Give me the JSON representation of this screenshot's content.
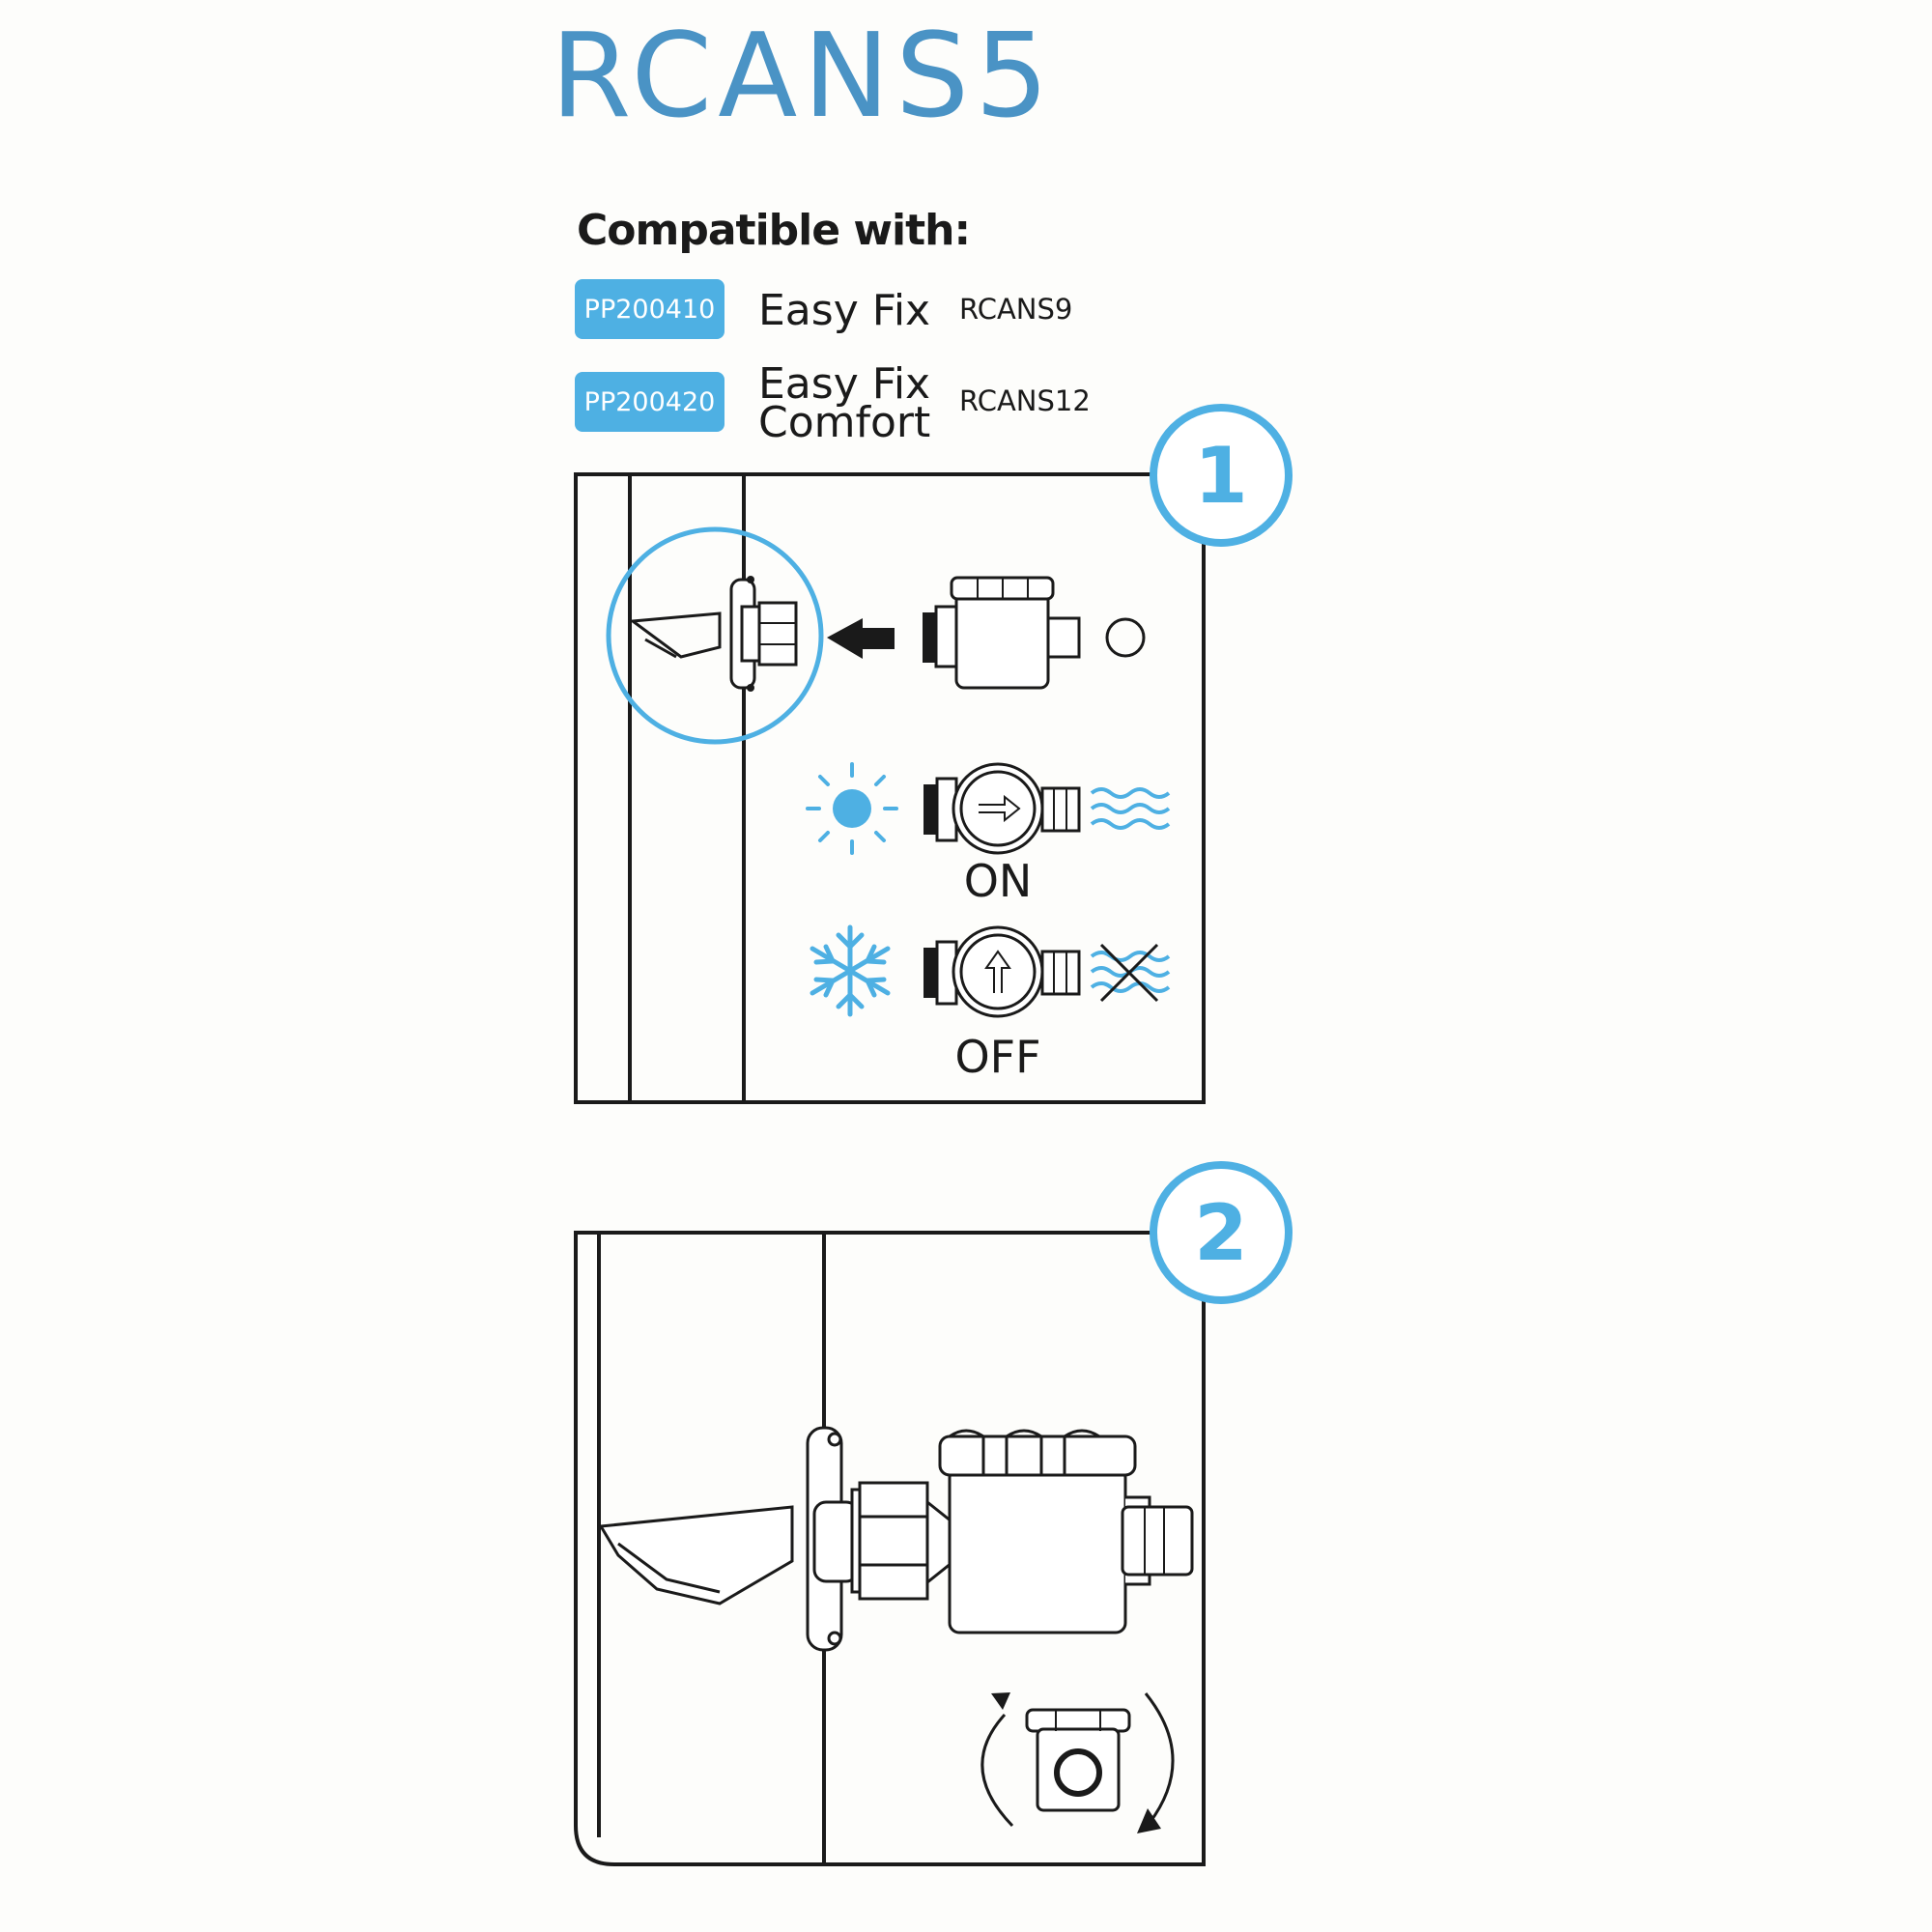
{
  "title": "RCANS5",
  "compatible": {
    "heading": "Compatible with:",
    "products": [
      {
        "code": "PP200410",
        "name_line1": "Easy Fix",
        "name_line2": "",
        "model": "RCANS9"
      },
      {
        "code": "PP200420",
        "name_line1": "Easy Fix",
        "name_line2": "Comfort",
        "model": "RCANS12"
      }
    ]
  },
  "steps": [
    {
      "number": "1",
      "on_label": "ON",
      "off_label": "OFF"
    },
    {
      "number": "2"
    }
  ],
  "colors": {
    "accent": "#4eb0e3",
    "title": "#4a93c5",
    "line": "#1a1a1a"
  },
  "icons": [
    "sun-icon",
    "snowflake-icon",
    "water-waves-icon",
    "no-water-icon",
    "arrow-left-icon",
    "rotate-icon",
    "circle-icon"
  ]
}
